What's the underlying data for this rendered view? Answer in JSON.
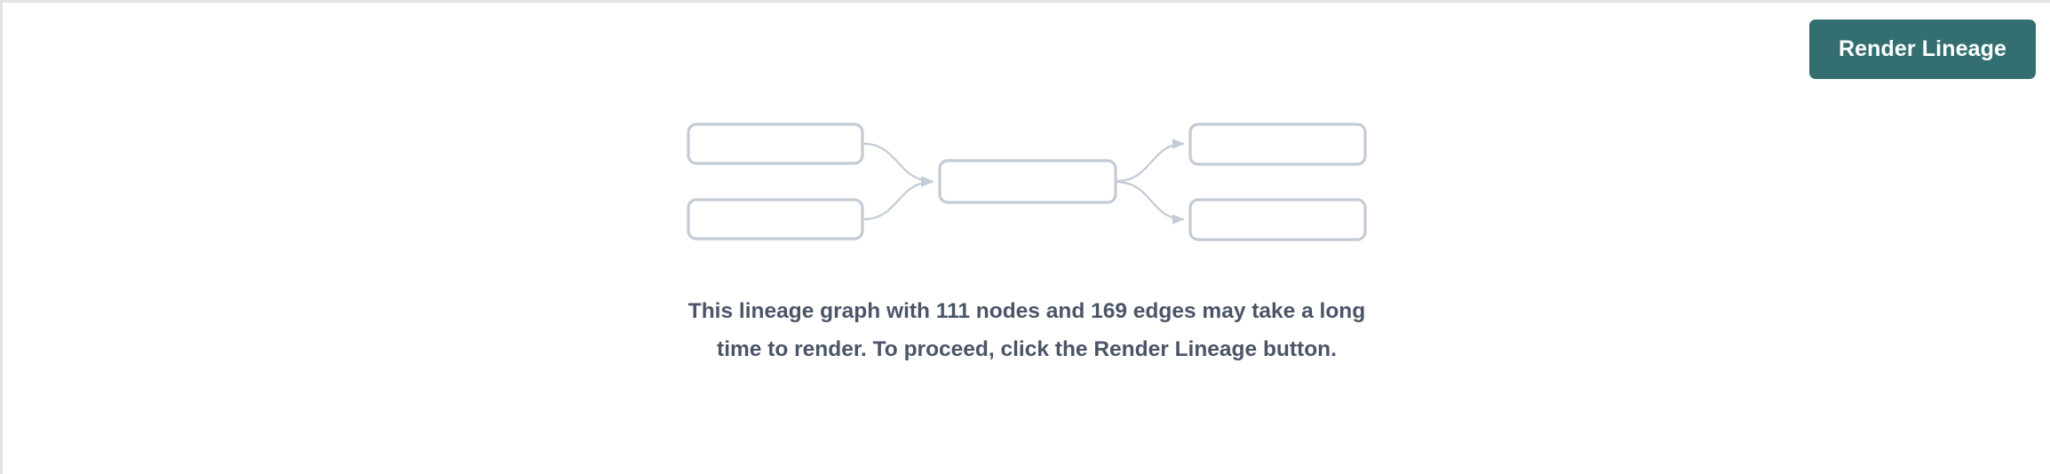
{
  "page": {
    "background_color": "#ffffff",
    "border_color": "#e3e5e9"
  },
  "toolbar": {
    "render_button_label": "Render Lineage",
    "render_button_color": "#336f71",
    "render_button_text_color": "#ffffff"
  },
  "lineage_preview": {
    "node_border_color": "#c3cbd5",
    "node_fill_color": "#ffffff",
    "edge_color": "#c3cbd5",
    "nodes": [
      {
        "id": "upstream-1",
        "label": "",
        "column": "left",
        "row": 1
      },
      {
        "id": "upstream-2",
        "label": "",
        "column": "left",
        "row": 2
      },
      {
        "id": "focus",
        "label": "",
        "column": "center",
        "row": 1
      },
      {
        "id": "downstream-1",
        "label": "",
        "column": "right",
        "row": 1
      },
      {
        "id": "downstream-2",
        "label": "",
        "column": "right",
        "row": 2
      }
    ],
    "edges": [
      {
        "from": "upstream-1",
        "to": "focus"
      },
      {
        "from": "upstream-2",
        "to": "focus"
      },
      {
        "from": "focus",
        "to": "downstream-1"
      },
      {
        "from": "focus",
        "to": "downstream-2"
      }
    ]
  },
  "notice": {
    "text": "This lineage graph with 111 nodes and 169 edges may take a long time to render. To proceed, click the Render Lineage button.",
    "node_count": 111,
    "edge_count": 169,
    "text_color": "#4b5567"
  }
}
